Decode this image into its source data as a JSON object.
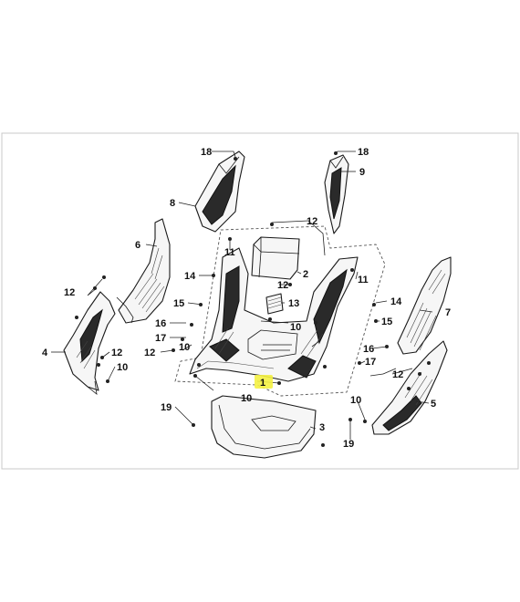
{
  "callouts": [
    {
      "id": "c18a",
      "text": "18"
    },
    {
      "id": "c18b",
      "text": "18"
    },
    {
      "id": "c9",
      "text": "9"
    },
    {
      "id": "c8",
      "text": "8"
    },
    {
      "id": "c12a",
      "text": "12"
    },
    {
      "id": "c6",
      "text": "6"
    },
    {
      "id": "c11a",
      "text": "11"
    },
    {
      "id": "c2",
      "text": "2"
    },
    {
      "id": "c11b",
      "text": "11"
    },
    {
      "id": "c14a",
      "text": "14"
    },
    {
      "id": "c12b",
      "text": "12"
    },
    {
      "id": "c13",
      "text": "13"
    },
    {
      "id": "c12c",
      "text": "12"
    },
    {
      "id": "c15a",
      "text": "15"
    },
    {
      "id": "c14b",
      "text": "14"
    },
    {
      "id": "c7",
      "text": "7"
    },
    {
      "id": "c16a",
      "text": "16"
    },
    {
      "id": "c10a",
      "text": "10"
    },
    {
      "id": "c15b",
      "text": "15"
    },
    {
      "id": "c17a",
      "text": "17"
    },
    {
      "id": "c10b",
      "text": "10"
    },
    {
      "id": "c4",
      "text": "4"
    },
    {
      "id": "c12d",
      "text": "12"
    },
    {
      "id": "c12e",
      "text": "12"
    },
    {
      "id": "c16b",
      "text": "16"
    },
    {
      "id": "c10c",
      "text": "10"
    },
    {
      "id": "c17b",
      "text": "17"
    },
    {
      "id": "c12f",
      "text": "12"
    },
    {
      "id": "c1",
      "text": "1"
    },
    {
      "id": "c10d",
      "text": "10"
    },
    {
      "id": "c10e",
      "text": "10"
    },
    {
      "id": "c5",
      "text": "5"
    },
    {
      "id": "c19a",
      "text": "19"
    },
    {
      "id": "c3",
      "text": "3"
    },
    {
      "id": "c19b",
      "text": "19"
    }
  ],
  "highlight_color": "#f4f142",
  "highlighted_callout": "1"
}
